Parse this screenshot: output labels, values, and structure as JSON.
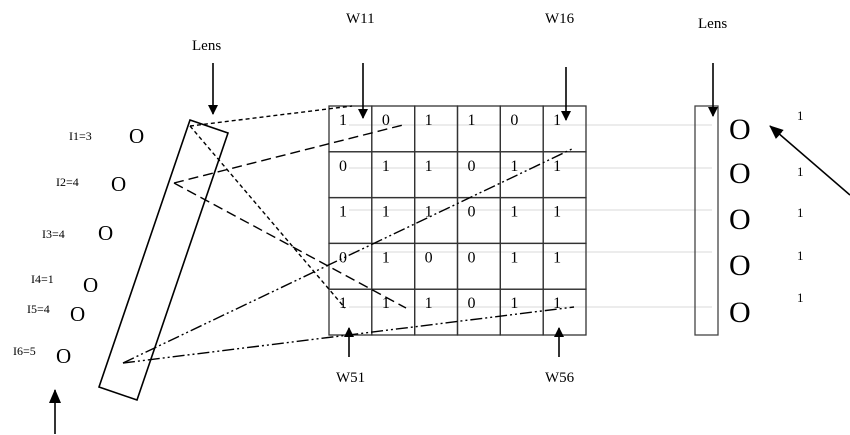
{
  "diagram": {
    "title_labels": {
      "left_lens": "Lens",
      "right_lens": "Lens",
      "w11": "W11",
      "w16": "W16",
      "w51": "W51",
      "w56": "W56"
    },
    "inputs": [
      {
        "label": "I1=3",
        "node": "O"
      },
      {
        "label": "I2=4",
        "node": "O"
      },
      {
        "label": "I3=4",
        "node": "O"
      },
      {
        "label": "I4=1",
        "node": "O"
      },
      {
        "label": "I5=4",
        "node": "O"
      },
      {
        "label": "I6=5",
        "node": "O"
      }
    ],
    "weight_matrix": [
      [
        "1",
        "0",
        "1",
        "1",
        "0",
        "1"
      ],
      [
        "0",
        "1",
        "1",
        "0",
        "1",
        "1"
      ],
      [
        "1",
        "1",
        "1",
        "0",
        "1",
        "1"
      ],
      [
        "0",
        "1",
        "0",
        "0",
        "1",
        "1"
      ],
      [
        "1",
        "1",
        "1",
        "0",
        "1",
        "1"
      ]
    ],
    "outputs": [
      {
        "node": "O",
        "value": "1"
      },
      {
        "node": "O",
        "value": "1"
      },
      {
        "node": "O",
        "value": "1"
      },
      {
        "node": "O",
        "value": "1"
      },
      {
        "node": "O",
        "value": "1"
      }
    ]
  }
}
